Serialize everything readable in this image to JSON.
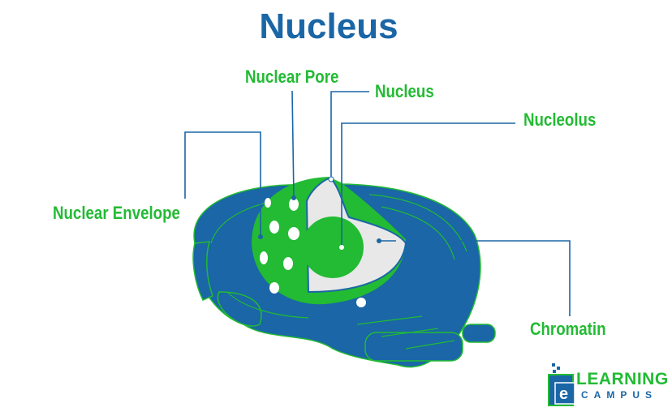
{
  "title": "Nucleus",
  "labels": {
    "nuclear_pore": "Nuclear Pore",
    "nucleus": "Nucleus",
    "nucleolus": "Nucleolus",
    "nuclear_envelope": "Nuclear Envelope",
    "chromatin": "Chromatin"
  },
  "logo": {
    "line1": "LEARNING",
    "line2": "CAMPUS",
    "letter": "e"
  },
  "colors": {
    "blue": "#1a66a6",
    "green": "#22bb33",
    "grey": "#e8e8e8"
  }
}
